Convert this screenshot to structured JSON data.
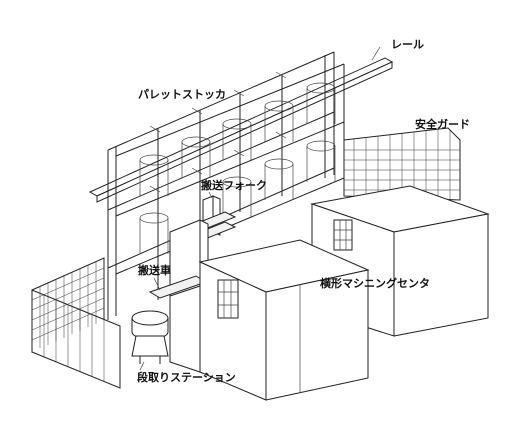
{
  "labels": {
    "rail": "レール",
    "pallet_stocker": "パレットストッカ",
    "safety_guard": "安全ガード",
    "transfer_fork": "搬送フォーク",
    "transfer_vehicle": "搬送車",
    "machining_center": "横形マシニングセンタ",
    "setup_station": "段取りステーション"
  }
}
